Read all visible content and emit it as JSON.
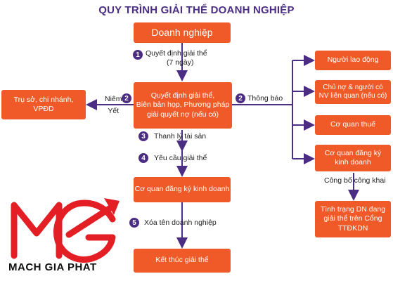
{
  "colors": {
    "orange": "#f05a28",
    "purple": "#4b2d83",
    "title": "#4b2d83",
    "logo_red": "#e31e24",
    "logo_text": "#111111"
  },
  "title": "QUY TRÌNH GIẢI THỂ DOANH NGHIỆP",
  "nodes": {
    "doanh_nghiep": "Doanh nghiệp",
    "quyet_dinh": [
      "Quyết định giải thể,",
      "Biên bản họp, Phương pháp",
      "giải quyết nợ (nếu có)"
    ],
    "tru_so": [
      "Trụ sở, chi nhánh,",
      "VPĐD"
    ],
    "co_quan_dkkd_main": "Cơ quan đăng ký kinh doanh",
    "ket_thuc": "Kết thúc giải thể",
    "nguoi_lao_dong": "Người lao động",
    "chu_no": [
      "Chủ nợ & người có",
      "NV liên quan (nếu có)"
    ],
    "co_quan_thue": "Cơ quan thuế",
    "co_quan_dkkd_right": [
      "Cơ quan đăng ký",
      "kinh doanh"
    ],
    "tinh_trang": [
      "Tình trạng DN đang",
      "giải thể trên Cổng",
      "TTĐKDN"
    ]
  },
  "steps": {
    "s1": {
      "num": "1",
      "text": [
        "Quyết định giải thể",
        "(7 ngày)"
      ]
    },
    "s2_left": {
      "num": "2",
      "text": [
        "Niêm",
        "Yết"
      ]
    },
    "s2_right": {
      "num": "2",
      "text": "Thông báo"
    },
    "s3": {
      "num": "3",
      "text": "Thanh lý tài sản"
    },
    "s4": {
      "num": "4",
      "text": "Yêu cầu giải thể"
    },
    "s5": {
      "num": "5",
      "text": "Xóa tên doanh nghiệp"
    },
    "cong_bo": "Công bố công khai"
  },
  "logo": {
    "text": "MACH GIA PHAT",
    "icon": "mg-logo-icon"
  }
}
